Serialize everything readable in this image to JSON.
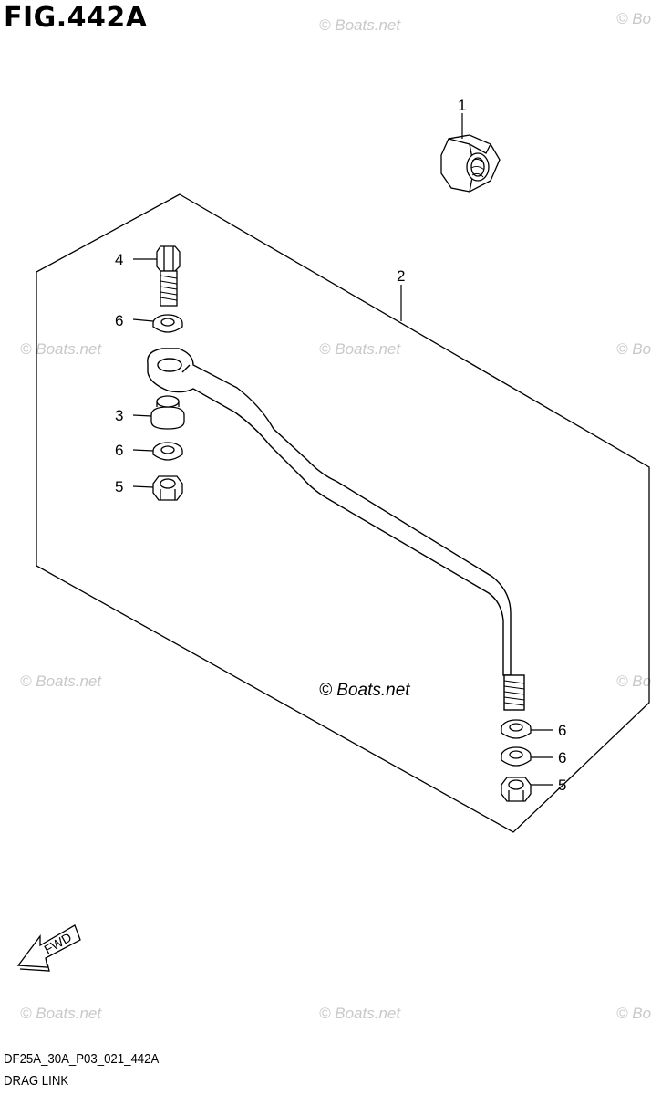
{
  "figure": {
    "title": "FIG.442A",
    "code": "DF25A_30A_P03_021_442A",
    "name": "DRAG LINK"
  },
  "watermark": {
    "text": "© Boats.net",
    "main_text": "© Boats.net"
  },
  "callouts": [
    {
      "id": "c1",
      "number": "1"
    },
    {
      "id": "c2",
      "number": "2"
    },
    {
      "id": "c3",
      "number": "3"
    },
    {
      "id": "c4",
      "number": "4"
    },
    {
      "id": "c5a",
      "number": "5"
    },
    {
      "id": "c5b",
      "number": "5"
    },
    {
      "id": "c6a",
      "number": "6"
    },
    {
      "id": "c6b",
      "number": "6"
    },
    {
      "id": "c6c",
      "number": "6"
    },
    {
      "id": "c6d",
      "number": "6"
    }
  ],
  "fwd_arrow": {
    "label": "FWD"
  },
  "colors": {
    "line": "#000000",
    "watermark": "#c9c9c9",
    "background": "#ffffff"
  }
}
